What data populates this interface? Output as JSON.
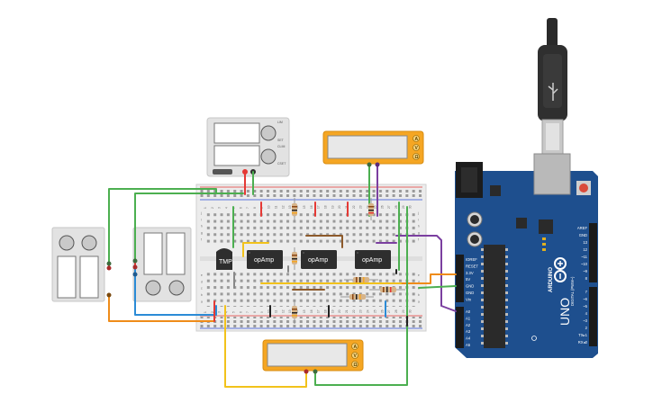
{
  "colors": {
    "arduino_board": "#1e4f8e",
    "breadboard": "#eeeeee",
    "meter_frame": "#f5a623",
    "wire_green": "#4caf50",
    "wire_red": "#e53935",
    "wire_orange": "#ef8c1a",
    "wire_blue": "#2b8bd6",
    "wire_purple": "#7b3fa0",
    "wire_yellow": "#f2c21b",
    "wire_brown": "#8d5a2b",
    "wire_black": "#222222",
    "wire_gray": "#888888",
    "chip_body": "#2e2e2e"
  },
  "chips": {
    "sensor": "TMP",
    "opamp1": "opAmp",
    "opamp2": "opAmp",
    "opamp3": "opAmp"
  },
  "arduino": {
    "brand": "ARDUINO",
    "model": "UNO",
    "digital_label": "DIGITAL (PWM~)",
    "power_pins": [
      "IOREF",
      "RESET",
      "3.3V",
      "5V",
      "GND",
      "GND",
      "Vin"
    ],
    "analog_pins": [
      "A0",
      "A1",
      "A2",
      "A3",
      "A4",
      "A5"
    ],
    "digital_pins_top": [
      "AREF",
      "GND",
      "13",
      "12",
      "~11",
      "~10",
      "~9",
      "8"
    ],
    "digital_pins_bottom": [
      "7",
      "~6",
      "~5",
      "4",
      "~3",
      "2",
      "TX▸1",
      "RX◂0"
    ]
  },
  "multimeters": {
    "top_modes": [
      "A",
      "V",
      "Ω"
    ],
    "bottom_modes": [
      "A",
      "V",
      "Ω"
    ]
  },
  "power_supply": {
    "knob_labels": [
      "LIM",
      "SET",
      "CLIM",
      "CSET"
    ]
  },
  "breadboard": {
    "column_numbers": [
      "1",
      "2",
      "3",
      "4",
      "5",
      "6",
      "7",
      "8",
      "9",
      "10",
      "11",
      "12",
      "13",
      "14",
      "15",
      "16",
      "17",
      "18",
      "19",
      "20",
      "21",
      "22",
      "23",
      "24",
      "25",
      "26",
      "27",
      "28",
      "29",
      "30"
    ],
    "row_letters_top": [
      "j",
      "i",
      "h",
      "g",
      "f"
    ],
    "row_letters_bottom": [
      "e",
      "d",
      "c",
      "b",
      "a"
    ]
  }
}
